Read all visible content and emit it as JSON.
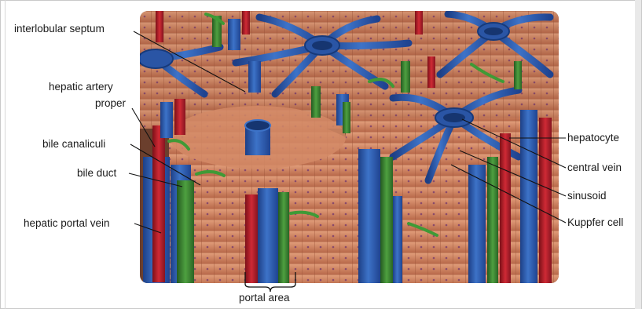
{
  "labels": {
    "interlobular_septum": "interlobular septum",
    "hepatic_artery_line1": "hepatic artery",
    "hepatic_artery_line2": "proper",
    "bile_canaliculi": "bile canaliculi",
    "bile_duct": "bile duct",
    "hepatic_portal_vein": "hepatic portal vein",
    "hepatocyte": "hepatocyte",
    "central_vein": "central vein",
    "sinusoid": "sinusoid",
    "kupffer_cell": "Kuppfer cell",
    "portal_area": "portal area"
  },
  "colors": {
    "vein_blue": "#2f5fb0",
    "artery_red": "#b41f2a",
    "bile_green": "#3f8a35",
    "tissue": "#d98e6a",
    "tissue_dark": "#a85a3e",
    "background_block": "#5a3a2e"
  }
}
